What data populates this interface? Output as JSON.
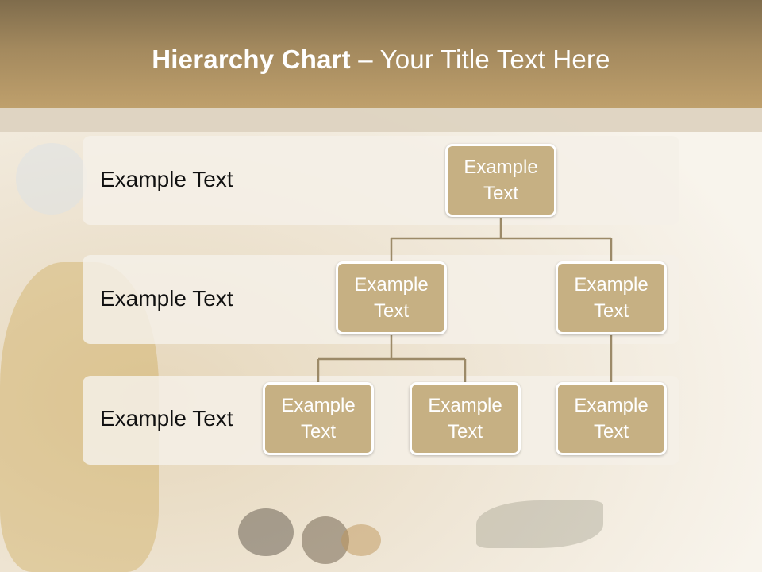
{
  "slide": {
    "title_bold": "Hierarchy Chart",
    "title_rest": " – Your Title Text Here"
  },
  "bands": [
    {
      "label": "Example Text"
    },
    {
      "label": "Example Text"
    },
    {
      "label": "Example Text"
    }
  ],
  "nodes": {
    "root": "Example Text",
    "level2_left": "Example Text",
    "level2_right": "Example Text",
    "level3_a": "Example Text",
    "level3_b": "Example Text",
    "level3_c": "Example Text"
  },
  "colors": {
    "header": "#a3895e",
    "node_fill": "#c6b083",
    "node_border": "#ffffff",
    "connector": "#9c8a68"
  }
}
